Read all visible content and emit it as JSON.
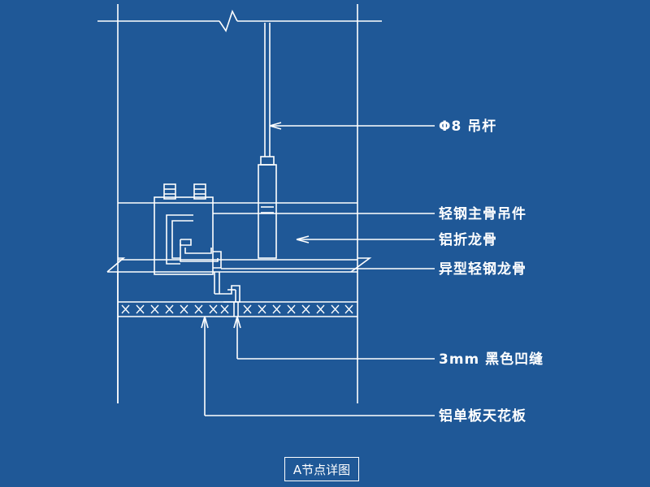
{
  "labels": {
    "rod": "Φ8 吊杆",
    "main_hanger": "轻钢主骨吊件",
    "aluminum_keel": "铝折龙骨",
    "special_keel": "异型轻钢龙骨",
    "hole": "3mm 黑色凹缝",
    "panel": "铝单板天花板"
  },
  "caption": "A节点详图",
  "colors": {
    "background": "#1f5897",
    "line": "#ffffff"
  }
}
